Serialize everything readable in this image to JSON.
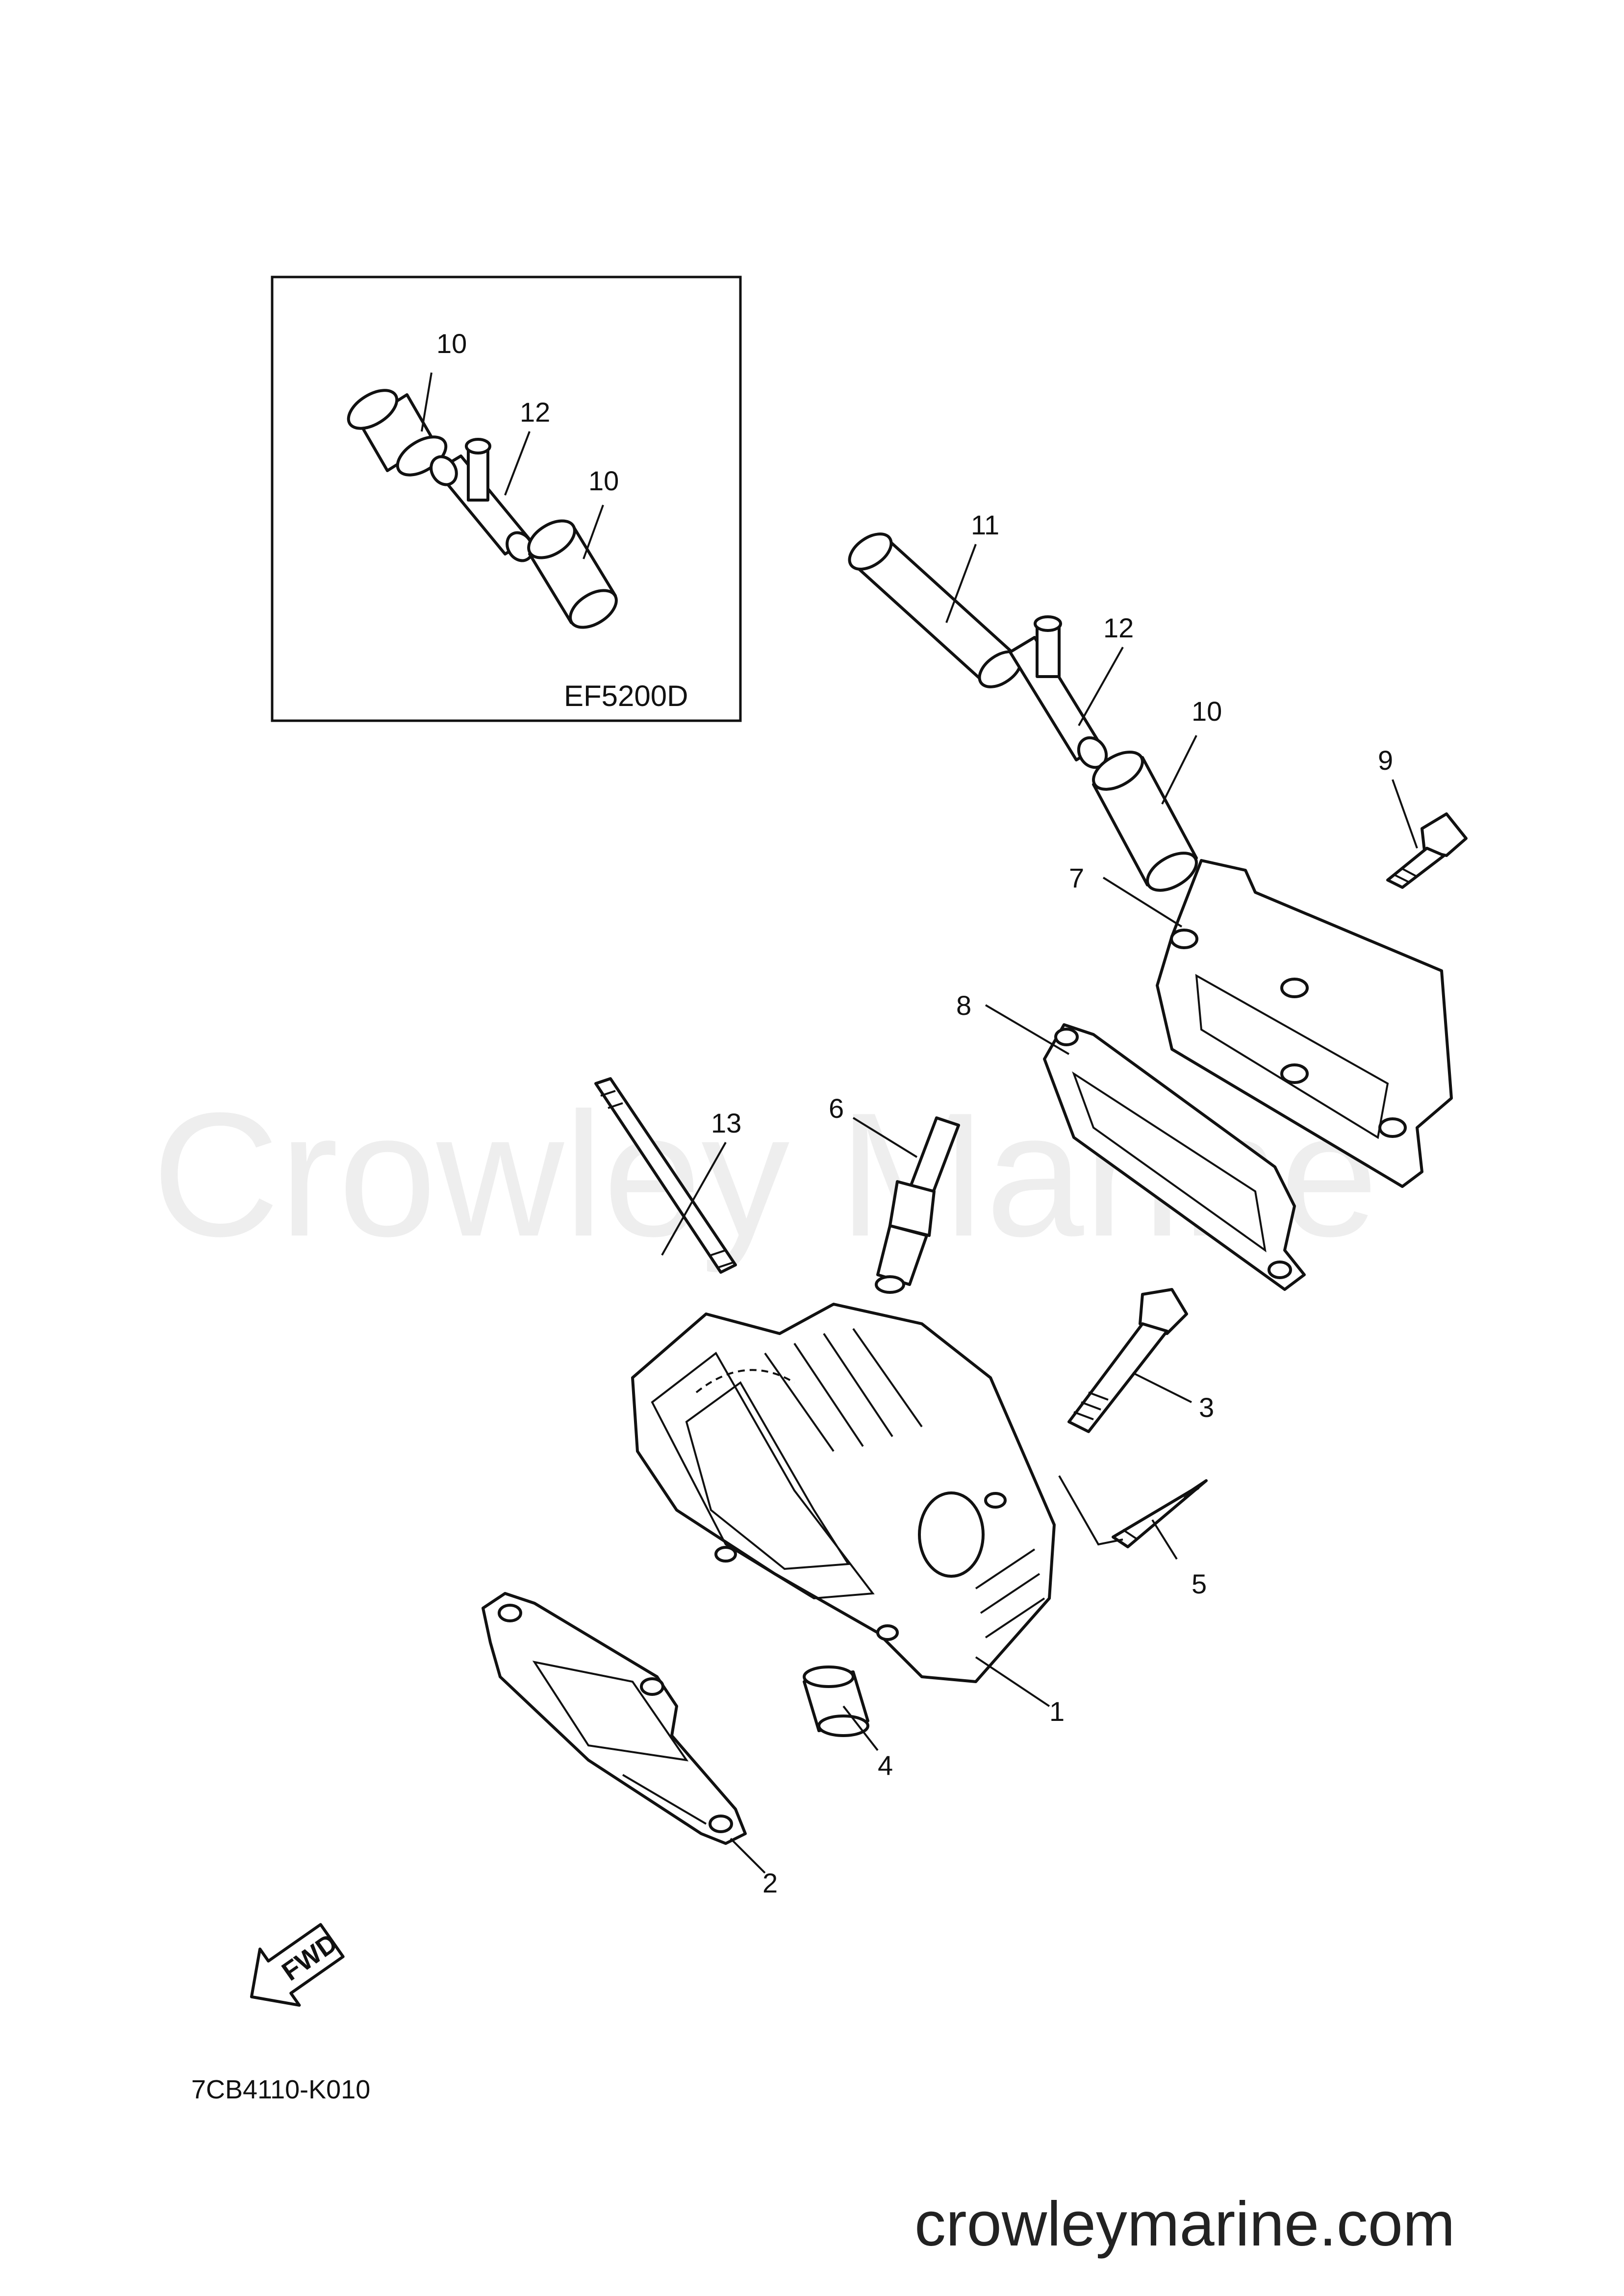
{
  "inset": {
    "label": "EF5200D",
    "callouts": [
      "10",
      "12",
      "10"
    ]
  },
  "callouts": [
    "1",
    "2",
    "3",
    "4",
    "5",
    "6",
    "7",
    "8",
    "9",
    "10",
    "11",
    "12",
    "13"
  ],
  "fwd_label": "FWD",
  "diagram_code": "7CB4110-K010",
  "watermark": "Crowley Marine",
  "site": "crowleymarine.com",
  "icons": {
    "fwd_arrow": "fwd-arrow-icon"
  }
}
